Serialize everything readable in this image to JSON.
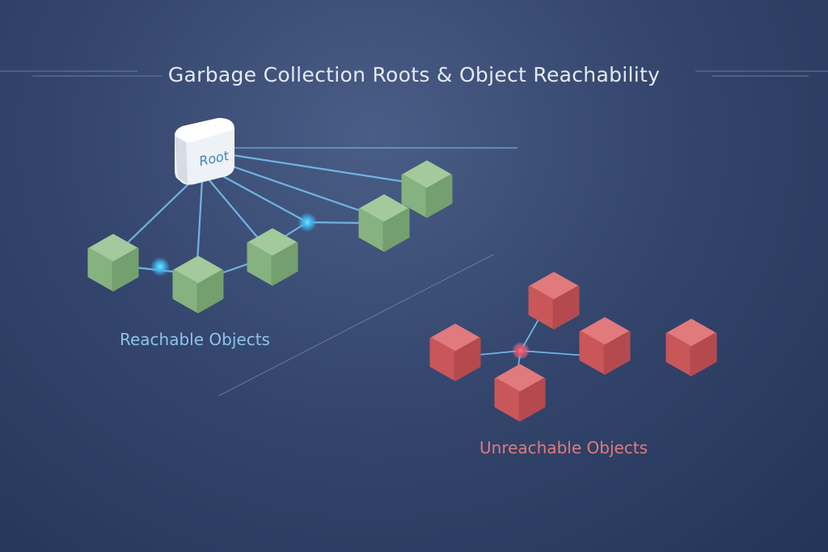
{
  "title": "Garbage Collection Roots & Object Reachability",
  "root_label": "Root",
  "reachable_label": "Reachable Objects",
  "unreachable_label": "Unreachable Objects",
  "colors": {
    "reachable": "#8dba87",
    "unreachable": "#d0585c",
    "edge": "#6fb3e3",
    "root": "#eef1f6"
  }
}
